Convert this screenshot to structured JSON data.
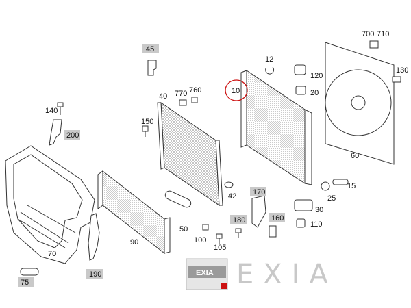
{
  "colors": {
    "line": "#333333",
    "label_box": "#c9c9c9",
    "highlight": "#cc1111",
    "logo": "#c8c8c8"
  },
  "labels": {
    "p45": "45",
    "p12": "12",
    "p700": "700",
    "p710": "710",
    "p770": "770",
    "p760": "760",
    "p40": "40",
    "p10": "10",
    "p120": "120",
    "p20": "20",
    "p130": "130",
    "p140": "140",
    "p200": "200",
    "p150": "150",
    "p60": "60",
    "p42": "42",
    "p15": "15",
    "p170": "170",
    "p25": "25",
    "p180": "180",
    "p160": "160",
    "p110": "110",
    "p50": "50",
    "p30": "30",
    "p100": "100",
    "p105": "105",
    "p90": "90",
    "p70": "70",
    "p75": "75",
    "p190": "190"
  },
  "highlighted_part": "10",
  "boxed_parts": [
    "45",
    "200",
    "170",
    "180",
    "160",
    "190",
    "75"
  ],
  "logo": {
    "text": "EXIA",
    "badge_text": "EXIA"
  }
}
